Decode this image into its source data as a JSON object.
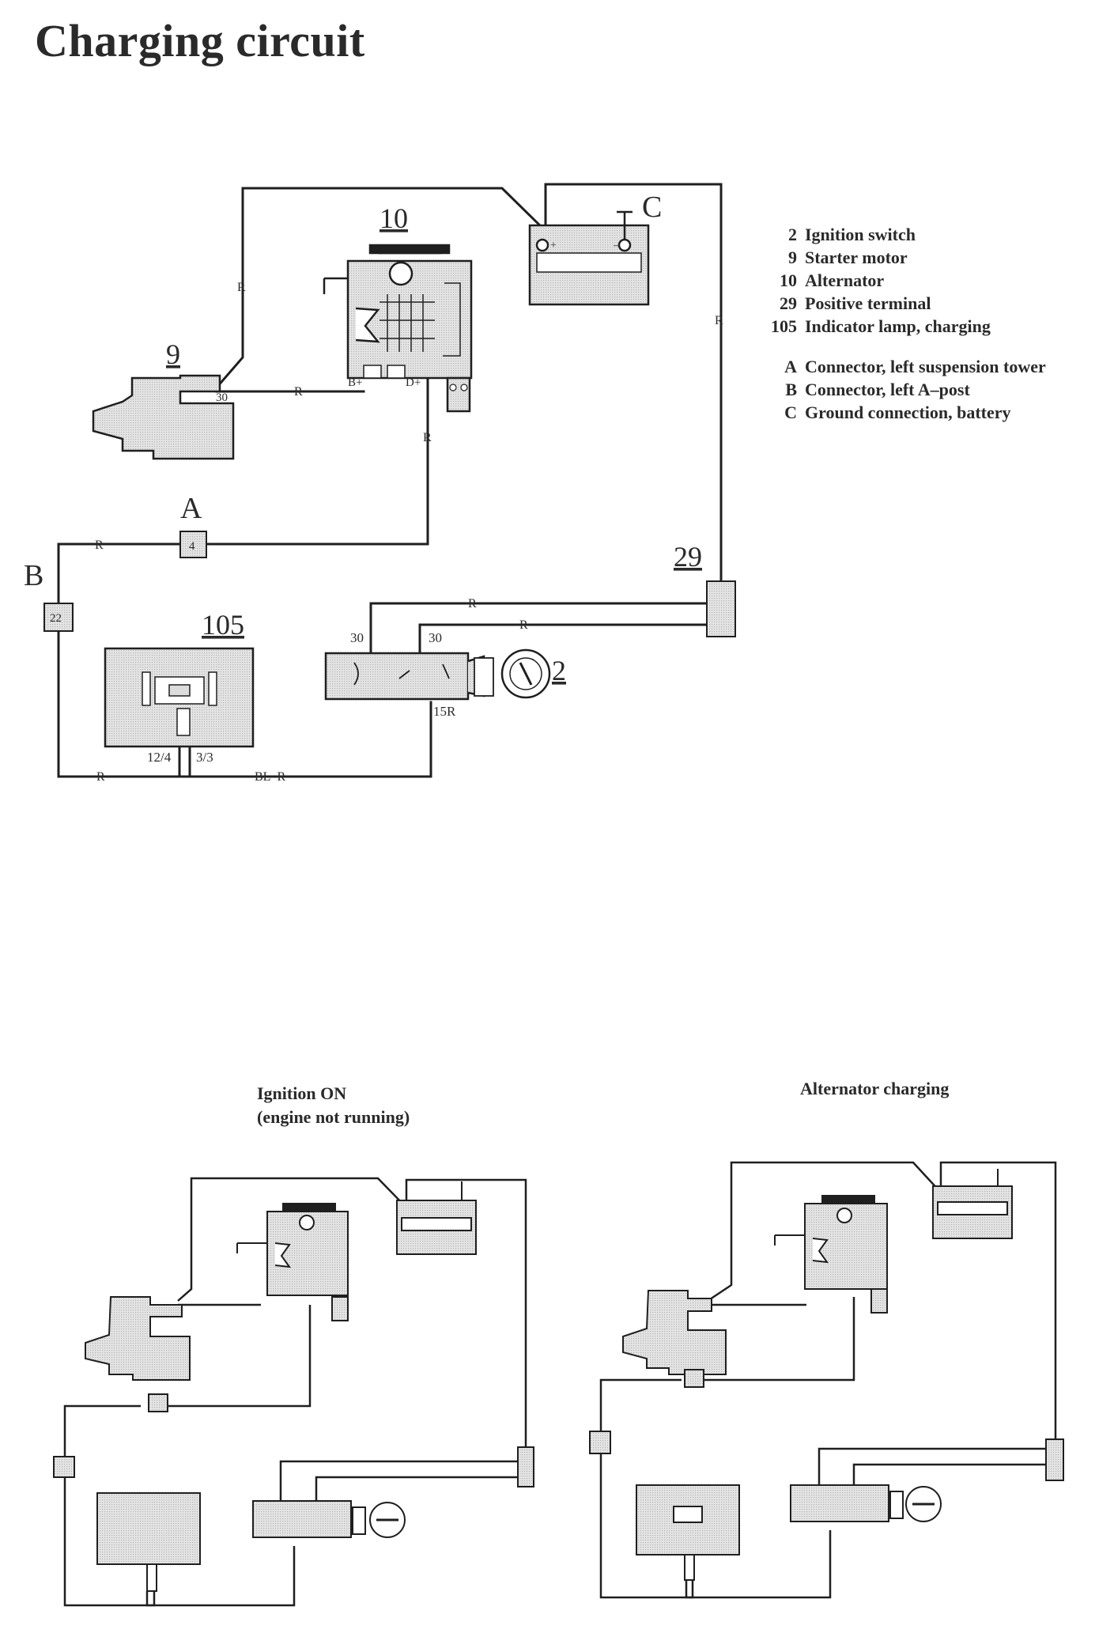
{
  "title": "Charging circuit",
  "legend": {
    "components": [
      {
        "code": "2",
        "text": "Ignition switch"
      },
      {
        "code": "9",
        "text": "Starter motor"
      },
      {
        "code": "10",
        "text": "Alternator"
      },
      {
        "code": "29",
        "text": "Positive terminal"
      },
      {
        "code": "105",
        "text": "Indicator lamp, charging"
      }
    ],
    "connectors": [
      {
        "code": "A",
        "text": "Connector, left suspension tower"
      },
      {
        "code": "B",
        "text": "Connector, left A–post"
      },
      {
        "code": "C",
        "text": "Ground connection, battery"
      }
    ]
  },
  "main_diagram": {
    "component_numbers": {
      "alternator": "10",
      "starter": "9",
      "lamp": "105",
      "positive_terminal": "29",
      "ignition_switch": "2"
    },
    "connector_letters": {
      "a": "A",
      "b": "B",
      "c": "C"
    },
    "connector_pins": {
      "a": "4",
      "b": "22"
    },
    "terminal_labels": {
      "b_plus": "B+",
      "d_plus": "D+",
      "starter_30": "30",
      "switch_30_left": "30",
      "switch_30_right": "30",
      "switch_15r": "15R",
      "lamp_pin_left": "12/4",
      "lamp_pin_right": "3/3"
    },
    "battery_signs": {
      "plus": "+",
      "minus": "–"
    },
    "wire_colors": {
      "top_left": "R",
      "starter_alt": "R",
      "alt_down": "R",
      "right_vertical": "R",
      "a_link": "R",
      "switch_upper": "R",
      "switch_lower": "R",
      "bottom_left": "R",
      "bottom_blr": "BL–R"
    }
  },
  "captions": {
    "ignition_on_line1": "Ignition ON",
    "ignition_on_line2": "(engine not running)",
    "alternator_charging": "Alternator charging"
  },
  "colors": {
    "line": "#1f1f1f",
    "fill": "#d9d9d9",
    "paper": "#ffffff"
  }
}
